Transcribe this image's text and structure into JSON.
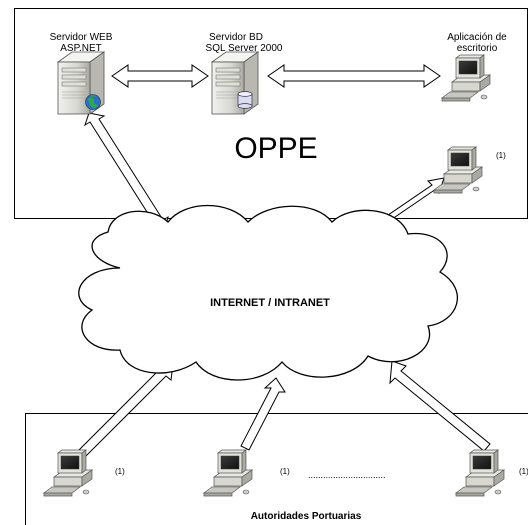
{
  "top_zone": {
    "title": "OPPE"
  },
  "servers": [
    {
      "label_line1": "Servidor WEB",
      "label_line2": "ASP.NET",
      "icon": "web-server-icon"
    },
    {
      "label_line1": "Servidor BD",
      "label_line2": "SQL Server 2000",
      "icon": "database-server-icon"
    }
  ],
  "desktop_app": {
    "label_line1": "Aplicación de",
    "label_line2": "escritorio",
    "icon": "desktop-computer-icon"
  },
  "cloud": {
    "label": "INTERNET / INTRANET"
  },
  "footnote_marker": "(1)",
  "bottom_zone": {
    "title": "Autoridades Portuarias",
    "ellipsis": "..............................."
  }
}
